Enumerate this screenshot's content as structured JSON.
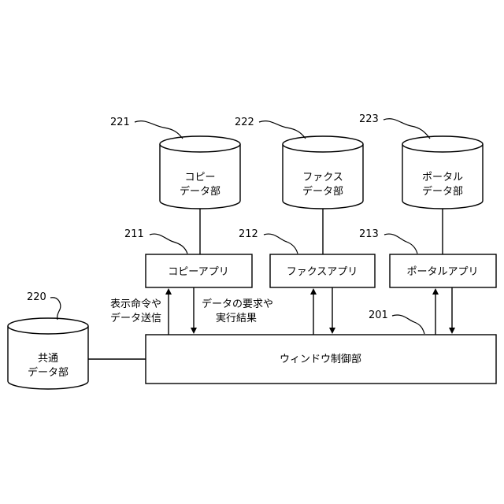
{
  "databases": {
    "copy": {
      "ref": "221",
      "line1": "コピー",
      "line2": "データ部"
    },
    "fax": {
      "ref": "222",
      "line1": "ファクス",
      "line2": "データ部"
    },
    "portal": {
      "ref": "223",
      "line1": "ポータル",
      "line2": "データ部"
    },
    "common": {
      "ref": "220",
      "line1": "共通",
      "line2": "データ部"
    }
  },
  "apps": {
    "copy": {
      "ref": "211",
      "label": "コピーアプリ"
    },
    "fax": {
      "ref": "212",
      "label": "ファクスアプリ"
    },
    "portal": {
      "ref": "213",
      "label": "ポータルアプリ"
    }
  },
  "window_control": {
    "ref": "201",
    "label": "ウィンドウ制御部"
  },
  "annotations": {
    "up_line1": "表示命令や",
    "up_line2": "データ送信",
    "down_line1": "データの要求や",
    "down_line2": "実行結果"
  }
}
